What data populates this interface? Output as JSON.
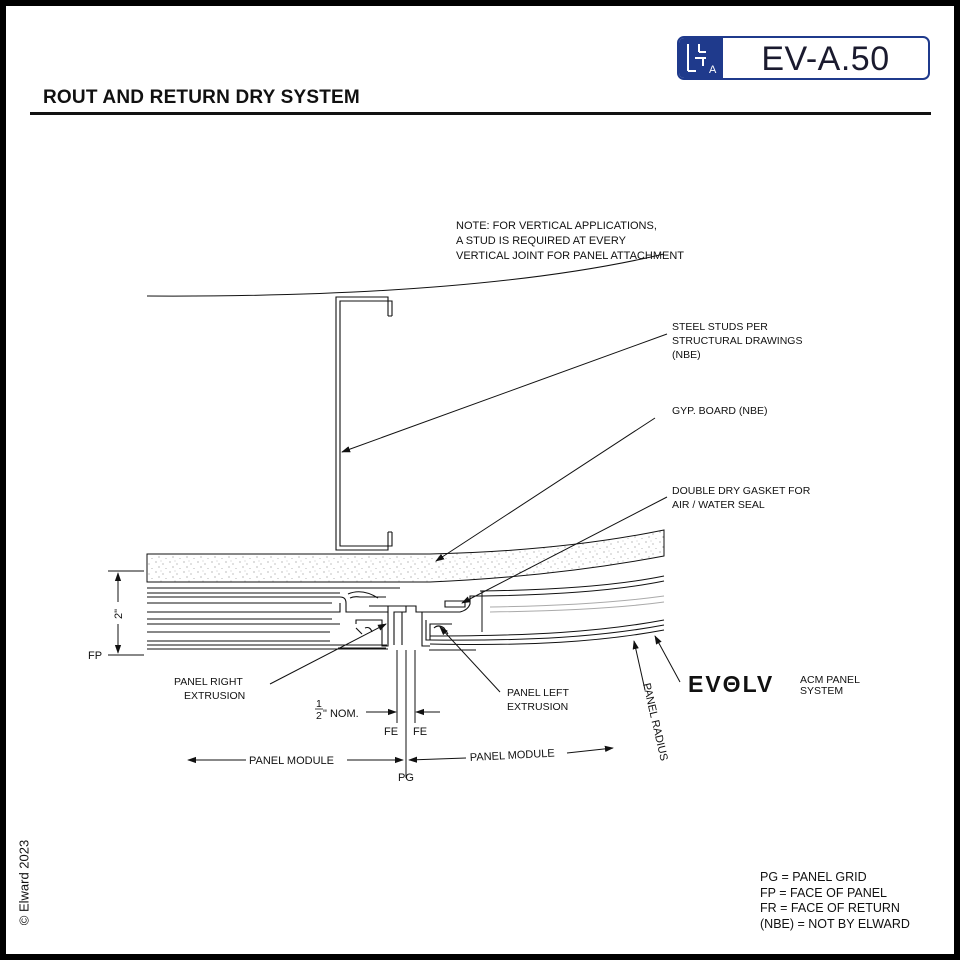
{
  "sheet": {
    "title": "ROUT AND RETURN DRY SYSTEM",
    "drawing_number": "EV-A.50",
    "logo_letter": "A",
    "copyright": "© Elward 2023"
  },
  "notes": {
    "line1": "NOTE: FOR VERTICAL APPLICATIONS,",
    "line2": "A STUD IS REQUIRED AT EVERY",
    "line3": "VERTICAL JOINT FOR PANEL ATTACHMENT"
  },
  "callouts": {
    "studs": [
      "STEEL STUDS PER",
      "STRUCTURAL DRAWINGS",
      "(NBE)"
    ],
    "gyp": "GYP. BOARD (NBE)",
    "gasket": [
      "DOUBLE DRY GASKET FOR",
      "AIR / WATER SEAL"
    ],
    "right_extrusion": [
      "PANEL RIGHT",
      "EXTRUSION"
    ],
    "left_extrusion": [
      "PANEL LEFT",
      "EXTRUSION"
    ],
    "panel_radius": "PANEL RADIUS"
  },
  "dimensions": {
    "depth": "2\"",
    "fp": "FP",
    "gap_num": "1",
    "gap_den": "2",
    "gap_suffix": "\" NOM.",
    "fe_left": "FE",
    "fe_right": "FE",
    "module_left": "PANEL MODULE",
    "module_right": "PANEL MODULE",
    "pg": "PG"
  },
  "brand": {
    "name": "EVΘLV",
    "line1": "ACM PANEL",
    "line2": "SYSTEM"
  },
  "legend": [
    "PG = PANEL GRID",
    "FP = FACE OF PANEL",
    "FR = FACE OF RETURN",
    "(NBE) = NOT BY ELWARD"
  ],
  "colors": {
    "background_frame": "#000000",
    "badge_blue": "#1f3a8c",
    "line": "#111111"
  }
}
